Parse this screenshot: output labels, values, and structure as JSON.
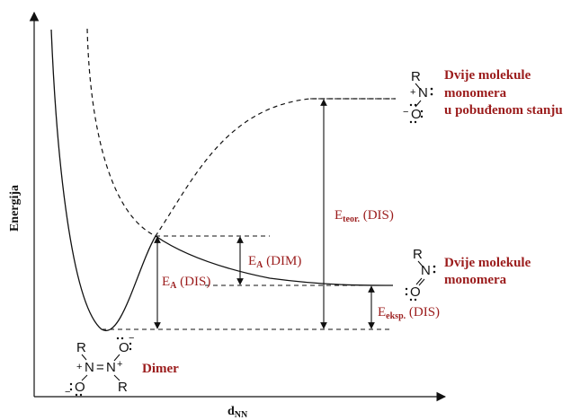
{
  "axes": {
    "y_label": "Energija",
    "x_label_main": "d",
    "x_label_sub": "NN"
  },
  "labels": {
    "e_teor_main": "E",
    "e_teor_sub": "teor.",
    "e_teor_suffix": " (DIS)",
    "e_a_dim_main": "E",
    "e_a_dim_sub": "A",
    "e_a_dim_suffix": " (DIM)",
    "e_a_dis_main": "E",
    "e_a_dis_sub": "A",
    "e_a_dis_suffix": " (DIS)",
    "e_eksp_main": "E",
    "e_eksp_sub": "eksp.",
    "e_eksp_suffix": " (DIS)"
  },
  "species": {
    "excited": [
      "Dvije molekule",
      "monomera",
      "u pobuđenom stanju"
    ],
    "ground": [
      "Dvije molekule",
      "monomera"
    ],
    "dimer": "Dimer"
  },
  "chem": {
    "R": "R",
    "N": "N",
    "O": "O",
    "plus": "+",
    "minus": "−",
    "eq": "="
  },
  "colors": {
    "label": "#9b1c1c",
    "line": "#111111"
  }
}
